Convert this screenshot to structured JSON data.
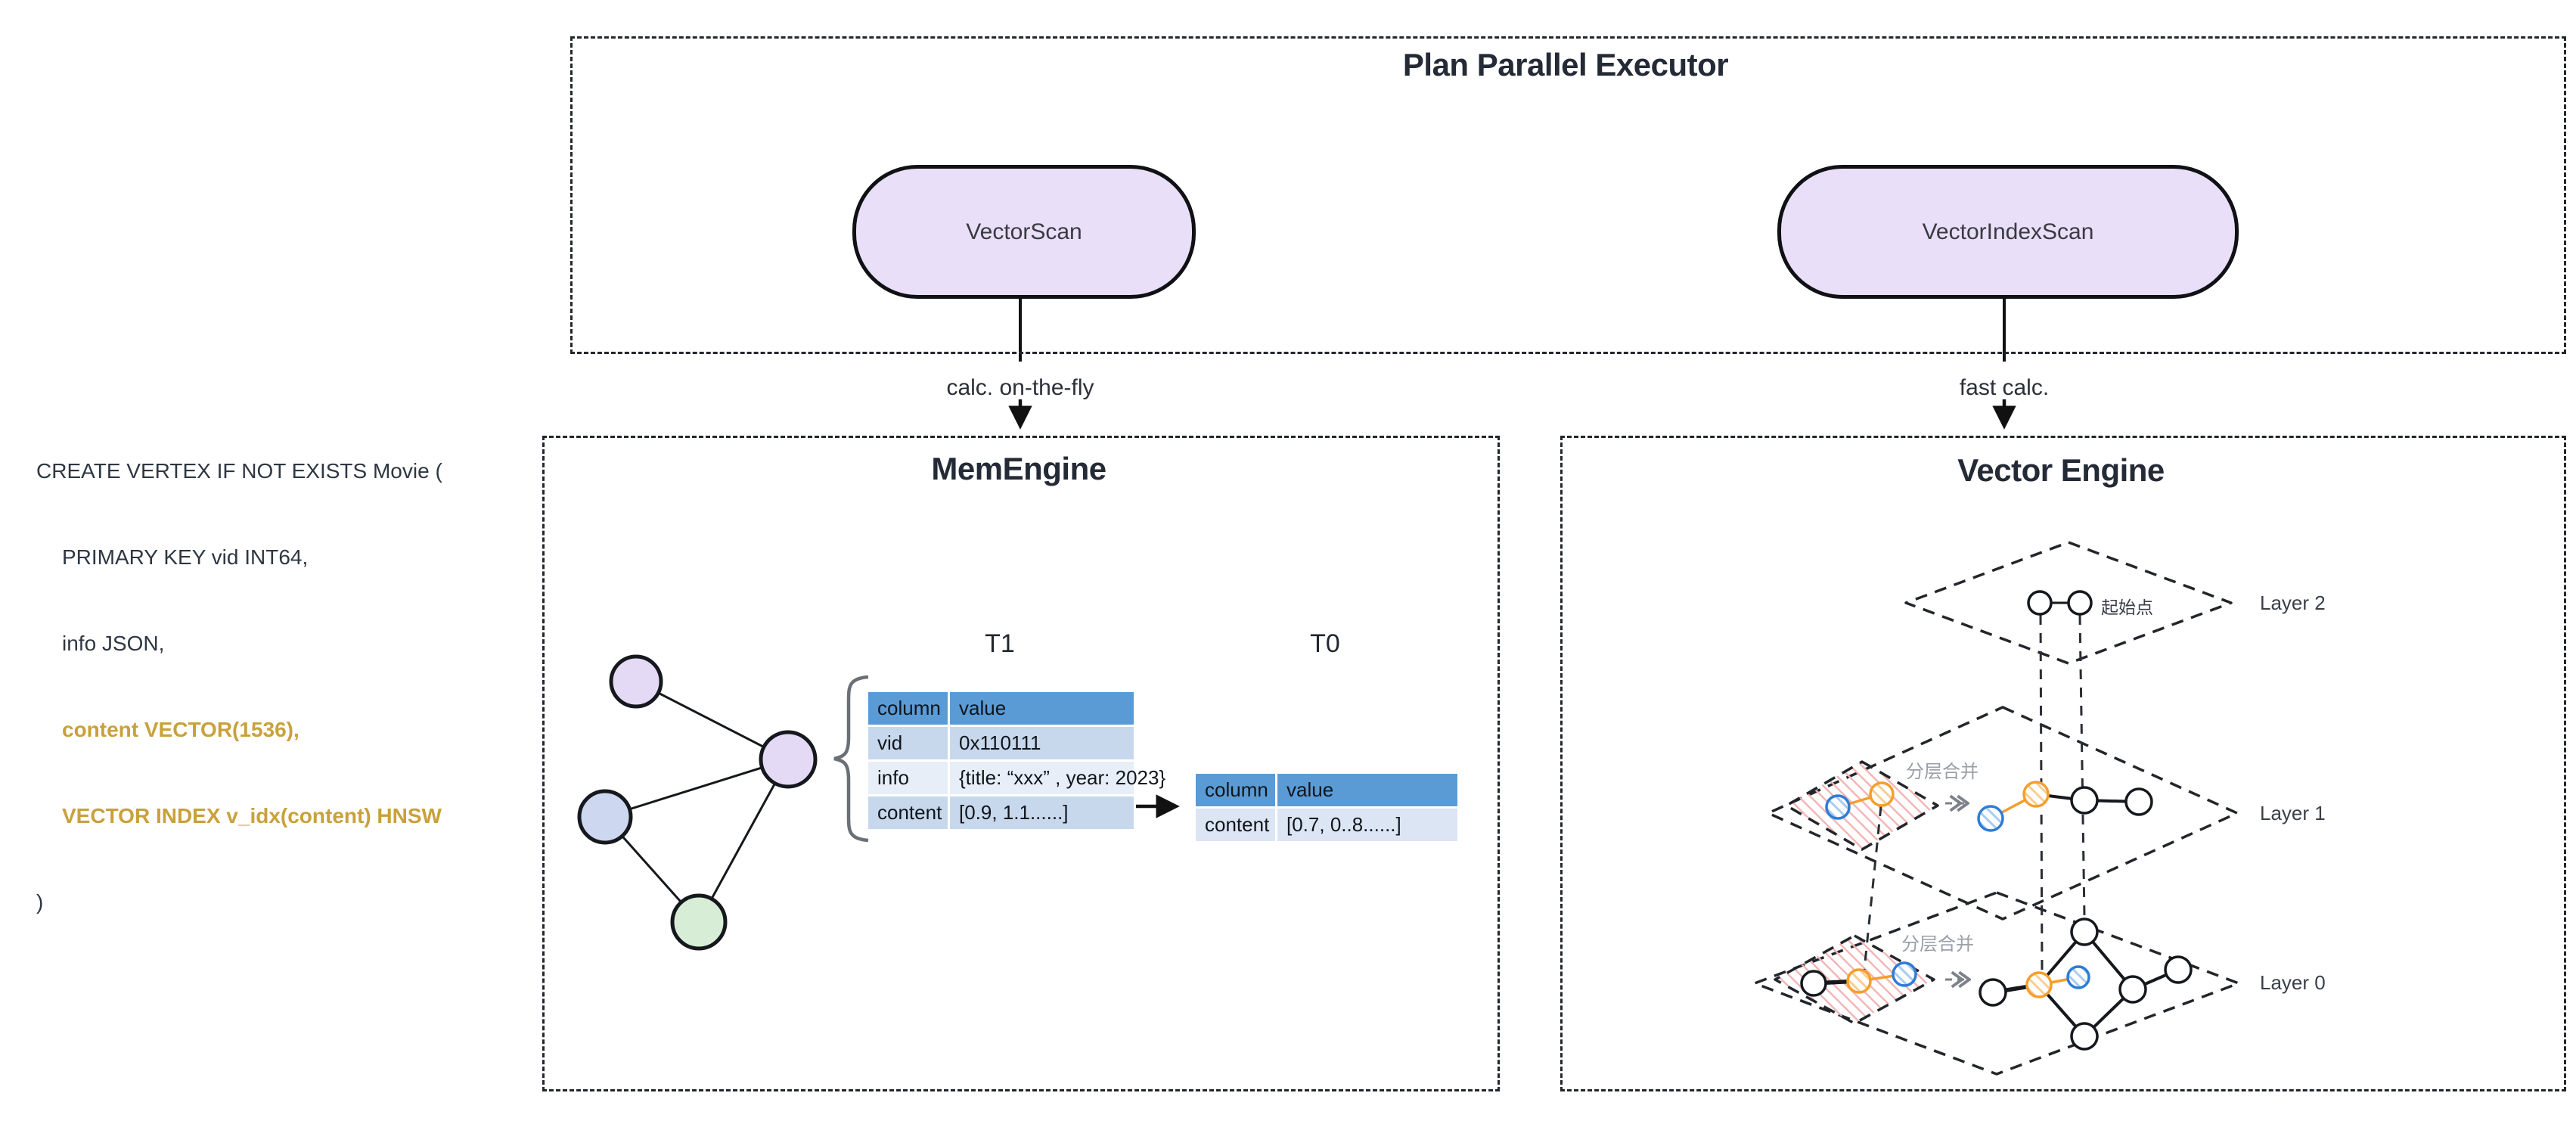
{
  "colors": {
    "accent_gold": "#C9A13B",
    "pill_fill": "#E9DFF8",
    "table_header_blue": "#5B9BD5",
    "table_row_dark": "#C7D8EC",
    "table_row_light": "#E8EEF7",
    "t0_row": "#DCE5F3",
    "node_lavender": "#E5DAF6",
    "node_blue": "#CDD7F0",
    "node_green": "#D7EDD5",
    "hnsw_orange": "#F59E2B",
    "hnsw_blue": "#2E7CD6",
    "hatch_pink": "#F3A6A6",
    "label_gray": "#9aa0a8"
  },
  "code_block": {
    "lines": [
      {
        "text": "CREATE VERTEX IF NOT EXISTS Movie ("
      },
      {
        "text": "PRIMARY KEY vid INT64,"
      },
      {
        "text": "info JSON,"
      },
      {
        "text": "content VECTOR(1536),"
      },
      {
        "text": "VECTOR INDEX v_idx(content) HNSW"
      },
      {
        "text": ")"
      }
    ]
  },
  "executor": {
    "title": "Plan Parallel Executor",
    "nodes": [
      {
        "label": "VectorScan",
        "edge_label": "calc. on-the-fly"
      },
      {
        "label": "VectorIndexScan",
        "edge_label": "fast calc."
      }
    ]
  },
  "mem_engine": {
    "title": "MemEngine",
    "tables": [
      {
        "name": "T1",
        "headers": [
          "column",
          "value"
        ],
        "rows": [
          [
            "vid",
            "0x110111"
          ],
          [
            "info",
            "{title: “xxx” , year: 2023}"
          ],
          [
            "content",
            "[0.9, 1.1......]"
          ]
        ]
      },
      {
        "name": "T0",
        "headers": [
          "column",
          "value"
        ],
        "rows": [
          [
            "content",
            "[0.7, 0..8......]"
          ]
        ]
      }
    ],
    "graph_nodes": [
      "lavender",
      "lavender",
      "blue",
      "green"
    ]
  },
  "vector_engine": {
    "title": "Vector Engine",
    "layers": [
      {
        "label": "Layer 2"
      },
      {
        "label": "Layer 1"
      },
      {
        "label": "Layer 0"
      }
    ],
    "start_point_label": "起始点",
    "merge_label_layer1": "分层合并",
    "merge_label_layer0": "分层合并"
  }
}
